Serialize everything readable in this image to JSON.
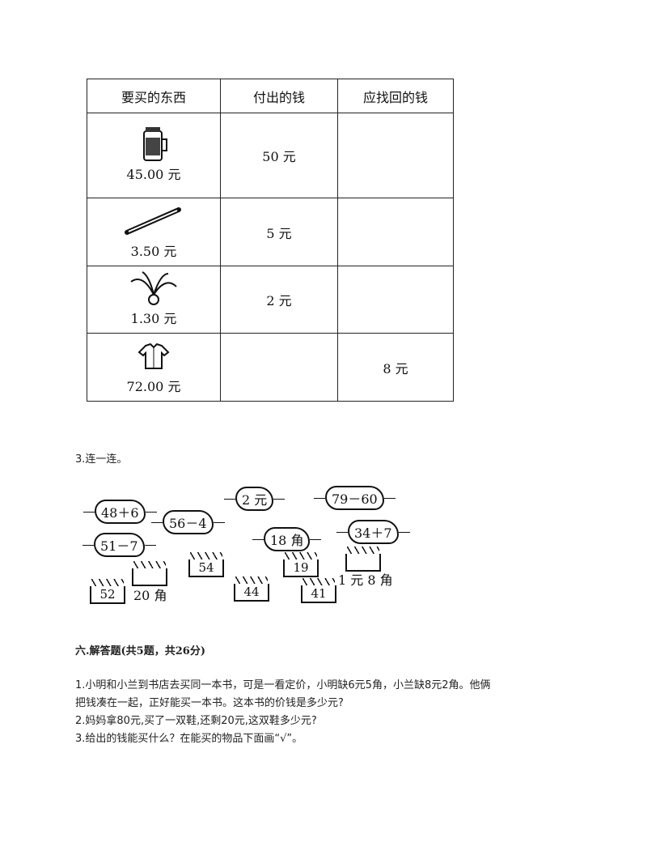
{
  "table": {
    "headers": [
      "要买的东西",
      "付出的钱",
      "应找回的钱"
    ],
    "rows": [
      {
        "item": "jar",
        "price": "45.00 元",
        "paid": "50 元",
        "change": ""
      },
      {
        "item": "pen",
        "price": "3.50 元",
        "paid": "5 元",
        "change": ""
      },
      {
        "item": "toy",
        "price": "1.30 元",
        "paid": "2 元",
        "change": ""
      },
      {
        "item": "shirt",
        "price": "72.00 元",
        "paid": "",
        "change": "8 元"
      }
    ]
  },
  "q3": {
    "title": "3.连一连。",
    "clouds": [
      "48＋6",
      "56－4",
      "51－7",
      "2 元",
      "18 角",
      "79－60",
      "34＋7"
    ],
    "grass": [
      "52",
      "54",
      "44",
      "19",
      "41"
    ],
    "labels": [
      "20 角",
      "1 元 8 角"
    ]
  },
  "section": {
    "title": "六.解答题(共5题，共26分)",
    "questions": [
      "1.小明和小兰到书店去买同一本书，可是一看定价，小明缺6元5角，小兰缺8元2角。他俩",
      "把钱凑在一起，正好能买一本书。这本书的价钱是多少元?",
      "2.妈妈拿80元,买了一双鞋,还剩20元,这双鞋多少元?",
      "3.给出的钱能买什么？在能买的物品下面画“√”。"
    ]
  }
}
